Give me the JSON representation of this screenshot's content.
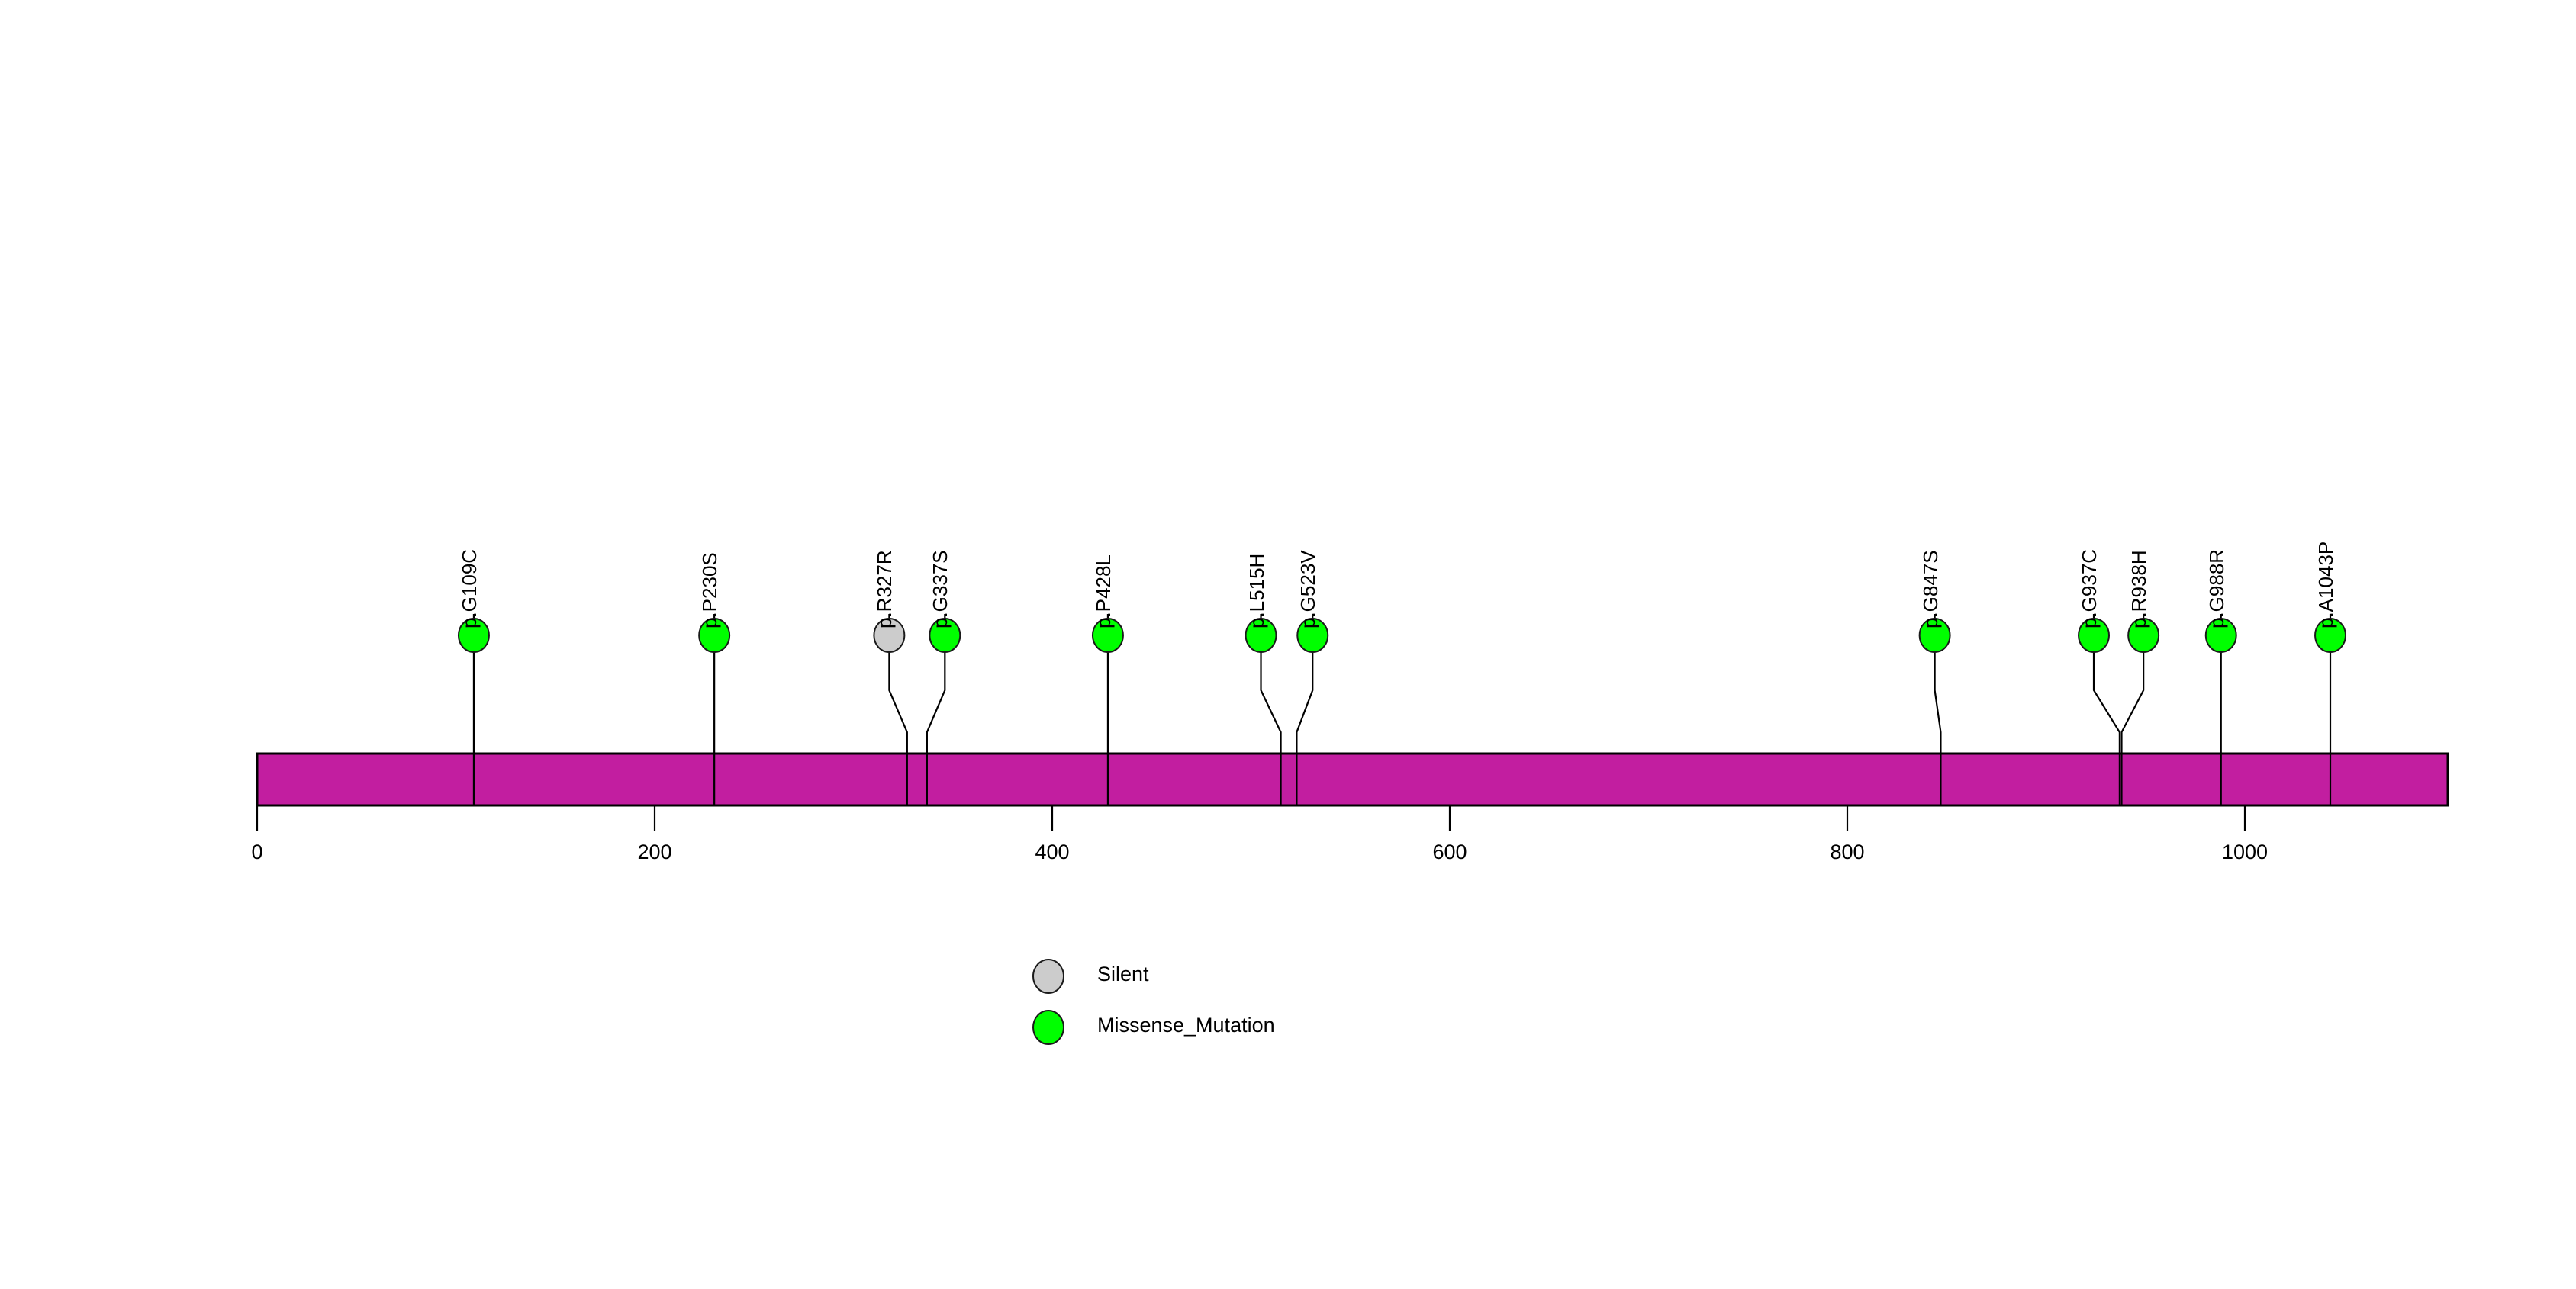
{
  "chart_data": {
    "type": "lollipop",
    "title": "",
    "xlabel": "",
    "ylabel": "",
    "protein": {
      "length": 1101,
      "bar_color": "#C21EA0",
      "bar_border_color": "#000000"
    },
    "xlim": [
      0,
      1101
    ],
    "xticks": [
      0,
      200,
      400,
      600,
      800,
      1000
    ],
    "xtick_labels": [
      "0",
      "200",
      "400",
      "600",
      "800",
      "1000"
    ],
    "grid": false,
    "legend_position": "bottom-center",
    "mutations": [
      {
        "label": "p.G109C",
        "position": 109,
        "head_position": 109,
        "type": "Missense_Mutation",
        "color": "#00FF00",
        "count": 1
      },
      {
        "label": "p.P230S",
        "position": 230,
        "head_position": 230,
        "type": "Missense_Mutation",
        "color": "#00FF00",
        "count": 1
      },
      {
        "label": "p.R327R",
        "position": 327,
        "head_position": 318,
        "type": "Silent",
        "color": "#CCCCCC",
        "count": 1
      },
      {
        "label": "p.G337S",
        "position": 337,
        "head_position": 346,
        "type": "Missense_Mutation",
        "color": "#00FF00",
        "count": 1
      },
      {
        "label": "p.P428L",
        "position": 428,
        "head_position": 428,
        "type": "Missense_Mutation",
        "color": "#00FF00",
        "count": 1
      },
      {
        "label": "p.L515H",
        "position": 515,
        "head_position": 505,
        "type": "Missense_Mutation",
        "color": "#00FF00",
        "count": 1
      },
      {
        "label": "p.G523V",
        "position": 523,
        "head_position": 531,
        "type": "Missense_Mutation",
        "color": "#00FF00",
        "count": 1
      },
      {
        "label": "p.G847S",
        "position": 847,
        "head_position": 844,
        "type": "Missense_Mutation",
        "color": "#00FF00",
        "count": 1
      },
      {
        "label": "p.G937C",
        "position": 937,
        "head_position": 924,
        "type": "Missense_Mutation",
        "color": "#00FF00",
        "count": 1
      },
      {
        "label": "p.R938H",
        "position": 938,
        "head_position": 949,
        "type": "Missense_Mutation",
        "color": "#00FF00",
        "count": 1
      },
      {
        "label": "p.G988R",
        "position": 988,
        "head_position": 988,
        "type": "Missense_Mutation",
        "color": "#00FF00",
        "count": 1
      },
      {
        "label": "p.A1043P",
        "position": 1043,
        "head_position": 1043,
        "type": "Missense_Mutation",
        "color": "#00FF00",
        "count": 1
      }
    ],
    "legend": [
      {
        "label": "Silent",
        "color": "#CCCCCC"
      },
      {
        "label": "Missense_Mutation",
        "color": "#00FF00"
      }
    ]
  }
}
